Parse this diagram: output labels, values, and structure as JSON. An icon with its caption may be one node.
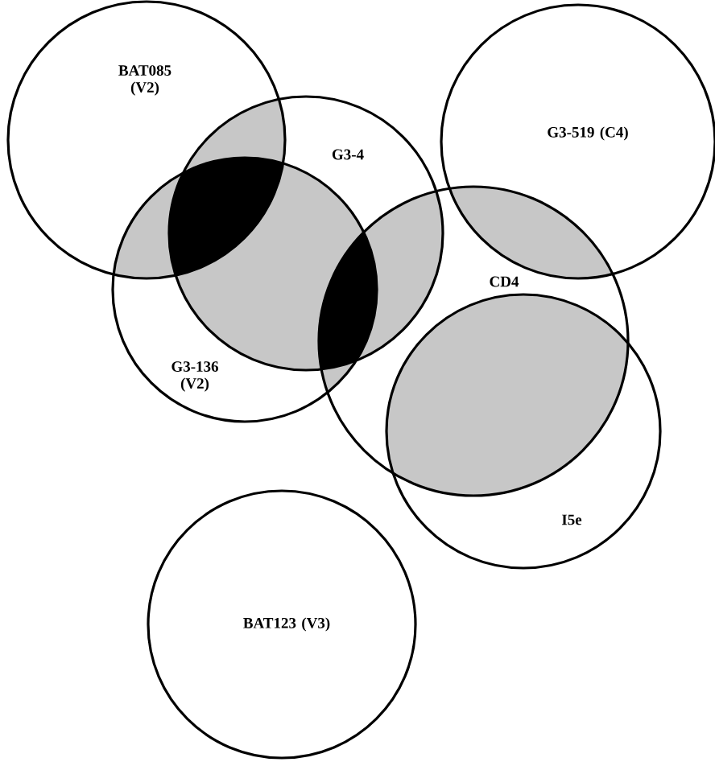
{
  "diagram": {
    "nodes": [
      {
        "text": [
          "BAT085 (V2)"
        ]
      },
      {
        "text": [
          "G3-4"
        ]
      },
      {
        "text": [
          "G3-519 (C4)"
        ]
      },
      {
        "text": [
          "CD4"
        ]
      },
      {
        "text": [
          "G3-136 (V2)"
        ]
      },
      {
        "text": [
          "I5e"
        ]
      },
      {
        "text": [
          "BAT123 (V3)"
        ]
      }
    ]
  }
}
